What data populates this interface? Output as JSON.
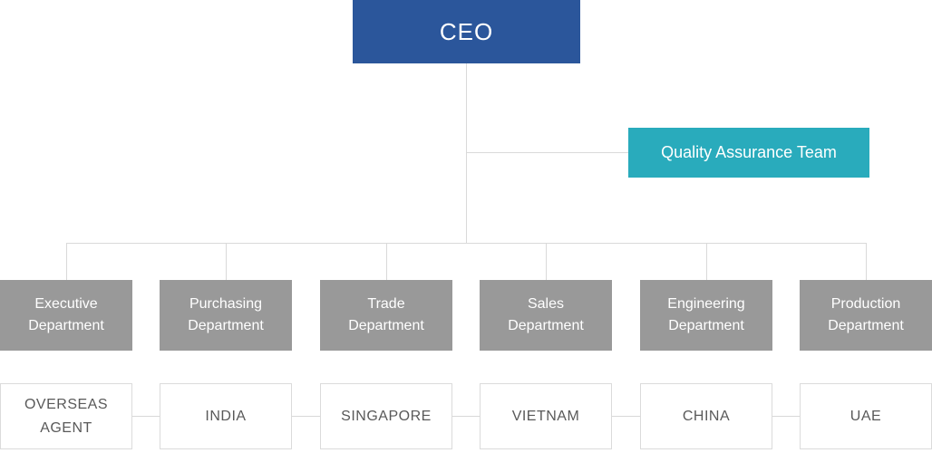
{
  "ceo": {
    "label": "CEO"
  },
  "qa_team": {
    "label": "Quality Assurance Team"
  },
  "departments": [
    {
      "label": "Executive\nDepartment"
    },
    {
      "label": "Purchasing\nDepartment"
    },
    {
      "label": "Trade\nDepartment"
    },
    {
      "label": "Sales\nDepartment"
    },
    {
      "label": "Engineering\nDepartment"
    },
    {
      "label": "Production\nDepartment"
    }
  ],
  "countries": [
    {
      "label": "OVERSEAS\nAGENT"
    },
    {
      "label": "INDIA"
    },
    {
      "label": "SINGAPORE"
    },
    {
      "label": "VIETNAM"
    },
    {
      "label": "CHINA"
    },
    {
      "label": "UAE"
    }
  ],
  "colors": {
    "ceo_bg": "#2B569B",
    "qa_bg": "#29ABBC",
    "dept_bg": "#999999",
    "node_text": "#FFFFFF",
    "line": "#D9D9D9",
    "country_border": "#DBDBDB",
    "country_text": "#595959"
  }
}
